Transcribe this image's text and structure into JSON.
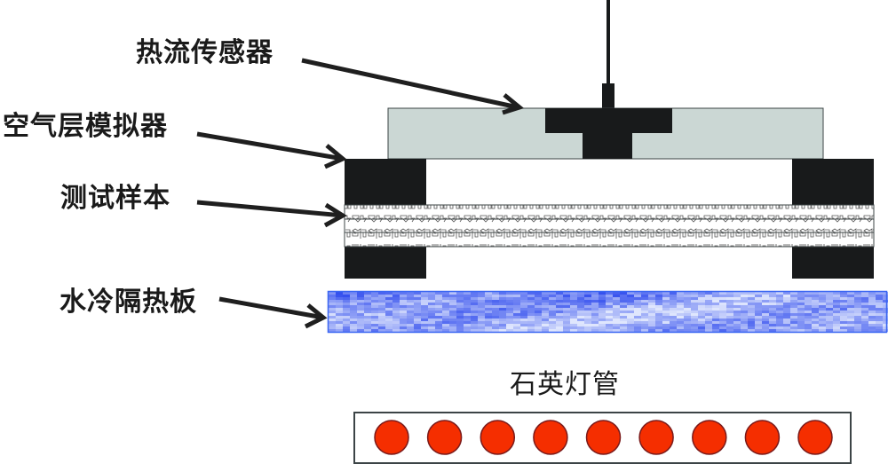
{
  "title": "Heat flux test apparatus schematic",
  "labels": {
    "heat_flux_sensor": "热流传感器",
    "air_layer_simulator": "空气层模拟器",
    "test_sample": "测试样本",
    "water_cooled_plate": "水冷隔热板",
    "quartz_lamps": "石英灯管"
  },
  "components": {
    "sample_layer_count": 3,
    "lamp_count": 9
  },
  "colors": {
    "sensor_black": "#181a1b",
    "simulator_gray": "#cbd7d4",
    "outline": "#3c4446",
    "water_blue": "#3a66f2",
    "water_light": "#dfe6fd",
    "lamp_red": "#f52e00",
    "lamp_edge": "#7a1a1a",
    "arrow": "#1f1f1f"
  }
}
